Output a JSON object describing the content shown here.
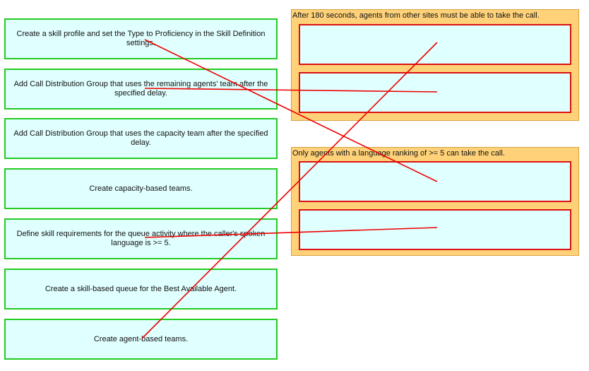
{
  "options": [
    {
      "label": "Create a skill profile and set the Type to Proficiency in the Skill Definition settings."
    },
    {
      "label": "Add Call Distribution Group that uses the remaining agents' team after the specified delay."
    },
    {
      "label": "Add Call Distribution Group that uses the capacity team after the specified delay."
    },
    {
      "label": "Create capacity-based teams."
    },
    {
      "label": "Define skill requirements for the queue activity where the caller's spoken language is >= 5."
    },
    {
      "label": "Create a skill-based queue for the Best Available Agent."
    },
    {
      "label": "Create agent-based teams."
    }
  ],
  "targets": [
    {
      "title": "After 180 seconds, agents from other sites must be able to take the call."
    },
    {
      "title": "Only agents with a language ranking of >= 5 can take the call."
    }
  ],
  "colors": {
    "option_fill": "#e0ffff",
    "option_border": "#22cc22",
    "panel_fill": "#ffd27a",
    "slot_border": "#dd1111",
    "answer_line": "#ee0000"
  }
}
